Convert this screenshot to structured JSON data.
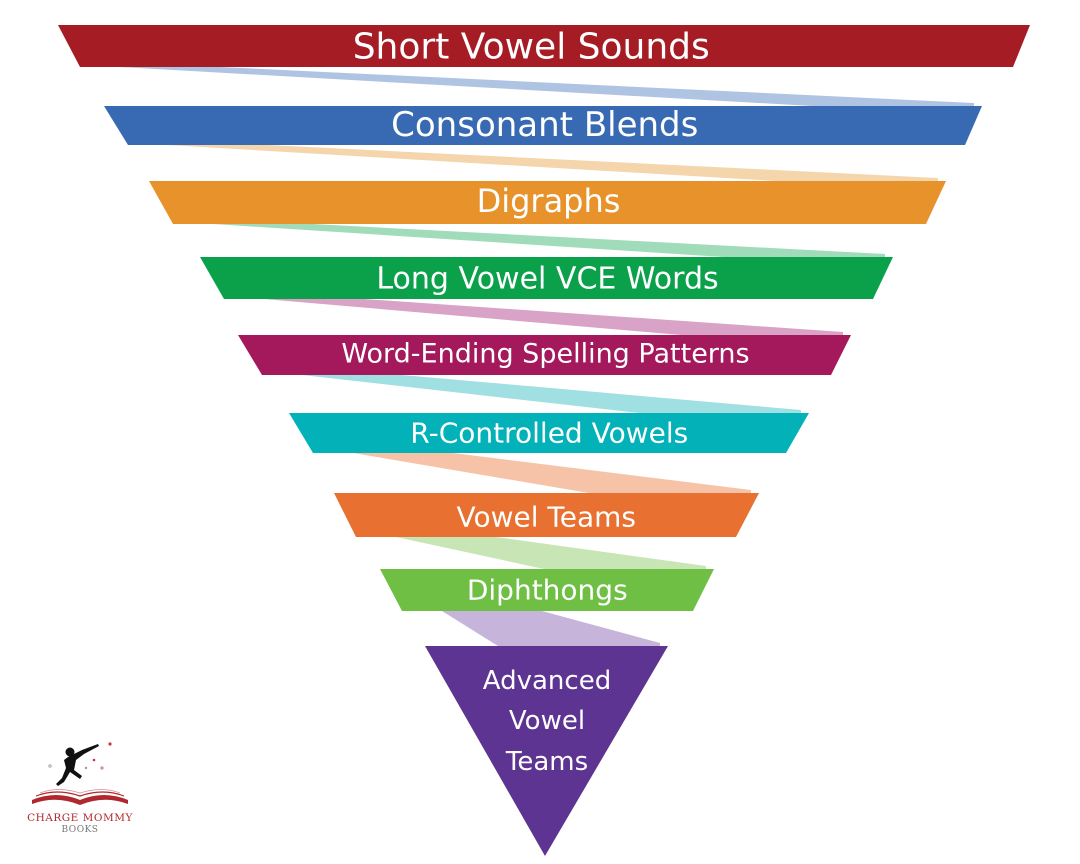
{
  "diagram": {
    "levels": [
      {
        "label": "Short Vowel Sounds",
        "color": "#a51c24",
        "shadow": "#aec4e2"
      },
      {
        "label": "Consonant Blends",
        "color": "#386ab4",
        "shadow": "#f5d5ab"
      },
      {
        "label": "Digraphs",
        "color": "#e8922c",
        "shadow": "#a0dcb9"
      },
      {
        "label": "Long Vowel VCE Words",
        "color": "#0ba14b",
        "shadow": "#d8a3c6"
      },
      {
        "label": "Word-Ending Spelling Patterns",
        "color": "#a3195b",
        "shadow": "#a0dfe2"
      },
      {
        "label": "R-Controlled Vowels",
        "color": "#02b2b8",
        "shadow": "#f6c3a8"
      },
      {
        "label": "Vowel Teams",
        "color": "#e87030",
        "shadow": "#c8e6b5"
      },
      {
        "label": "Diphthongs",
        "color": "#6fbf45",
        "shadow": "#c6b4da"
      },
      {
        "label": "Advanced Vowel Teams",
        "color": "#5d3491"
      }
    ],
    "apex_lines": [
      "Advanced",
      "Vowel",
      "Teams"
    ]
  },
  "logo": {
    "line1": "CHARGE MOMMY",
    "line2": "BOOKS",
    "icon": "reader-silhouette-icon"
  }
}
